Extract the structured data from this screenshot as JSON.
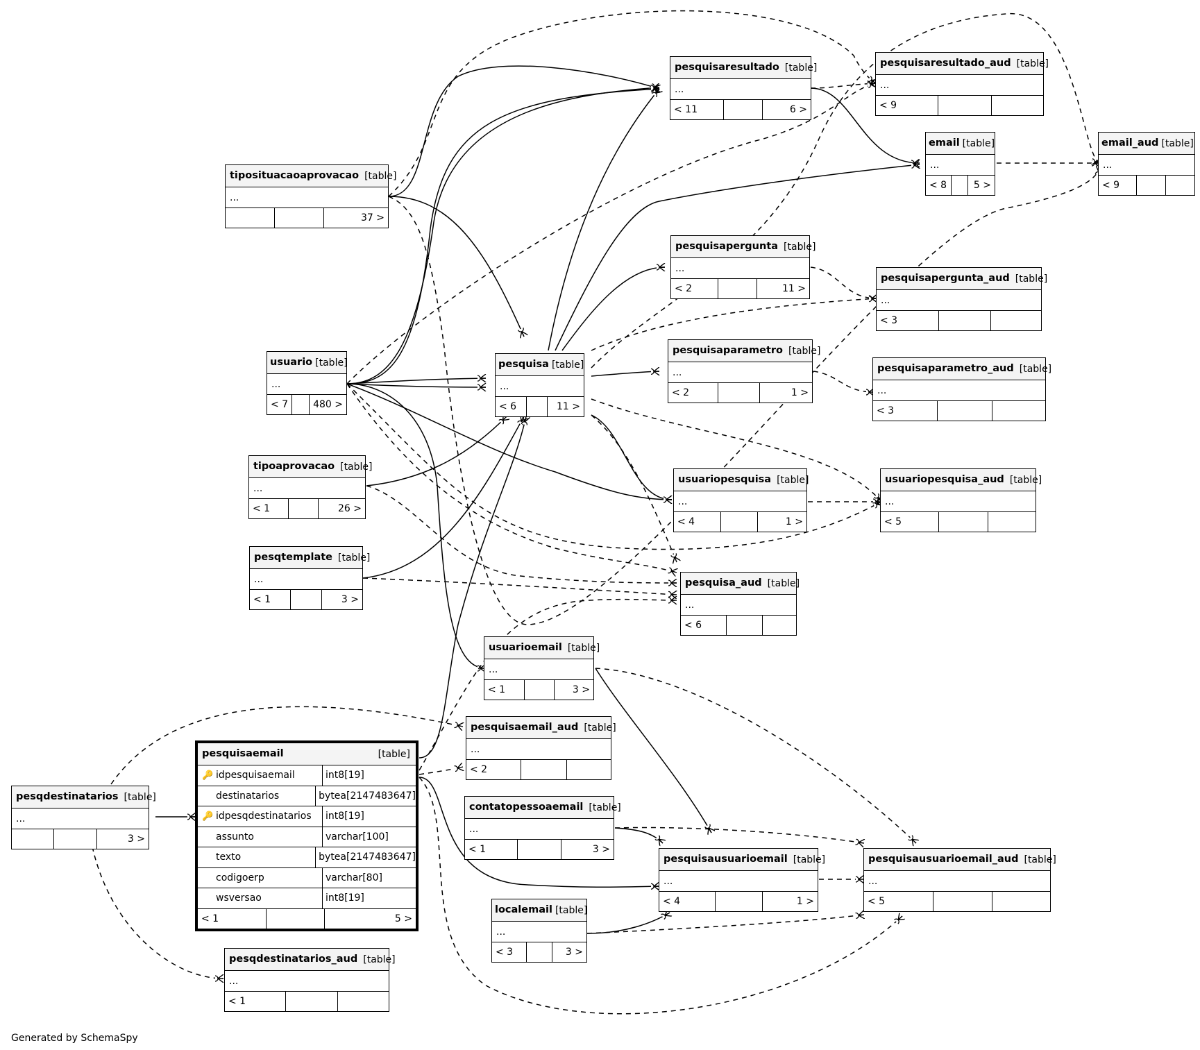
{
  "diagram_footer": "Generated by SchemaSpy",
  "ellipsis": "...",
  "tables": {
    "pesquisaresultado": {
      "name": "pesquisaresultado",
      "type": "[table]",
      "foot": [
        "< 11",
        "",
        "6 >"
      ]
    },
    "pesquisaresultado_aud": {
      "name": "pesquisaresultado_aud",
      "type": "[table]",
      "foot": [
        "< 9",
        "",
        ""
      ]
    },
    "email": {
      "name": "email",
      "type": "[table]",
      "foot": [
        "< 8",
        "",
        "5 >"
      ]
    },
    "email_aud": {
      "name": "email_aud",
      "type": "[table]",
      "foot": [
        "< 9",
        "",
        ""
      ]
    },
    "tiposituacaoaprovacao": {
      "name": "tiposituacaoaprovacao",
      "type": "[table]",
      "foot": [
        "",
        "",
        "37 >"
      ]
    },
    "pesquisapergunta": {
      "name": "pesquisapergunta",
      "type": "[table]",
      "foot": [
        "< 2",
        "",
        "11 >"
      ]
    },
    "pesquisapergunta_aud": {
      "name": "pesquisapergunta_aud",
      "type": "[table]",
      "foot": [
        "< 3",
        "",
        ""
      ]
    },
    "usuario": {
      "name": "usuario",
      "type": "[table]",
      "foot": [
        "< 7",
        "",
        "480 >"
      ]
    },
    "pesquisa": {
      "name": "pesquisa",
      "type": "[table]",
      "foot": [
        "< 6",
        "",
        "11 >"
      ]
    },
    "pesquisaparametro": {
      "name": "pesquisaparametro",
      "type": "[table]",
      "foot": [
        "< 2",
        "",
        "1 >"
      ]
    },
    "pesquisaparametro_aud": {
      "name": "pesquisaparametro_aud",
      "type": "[table]",
      "foot": [
        "< 3",
        "",
        ""
      ]
    },
    "tipoaprovacao": {
      "name": "tipoaprovacao",
      "type": "[table]",
      "foot": [
        "< 1",
        "",
        "26 >"
      ]
    },
    "usuariopesquisa": {
      "name": "usuariopesquisa",
      "type": "[table]",
      "foot": [
        "< 4",
        "",
        "1 >"
      ]
    },
    "usuariopesquisa_aud": {
      "name": "usuariopesquisa_aud",
      "type": "[table]",
      "foot": [
        "< 5",
        "",
        ""
      ]
    },
    "pesqtemplate": {
      "name": "pesqtemplate",
      "type": "[table]",
      "foot": [
        "< 1",
        "",
        "3 >"
      ]
    },
    "pesquisa_aud": {
      "name": "pesquisa_aud",
      "type": "[table]",
      "foot": [
        "< 6",
        "",
        ""
      ]
    },
    "usuarioemail": {
      "name": "usuarioemail",
      "type": "[table]",
      "foot": [
        "< 1",
        "",
        "3 >"
      ]
    },
    "pesquisaemail_aud": {
      "name": "pesquisaemail_aud",
      "type": "[table]",
      "foot": [
        "< 2",
        "",
        ""
      ]
    },
    "pesquisaemail": {
      "name": "pesquisaemail",
      "type": "[table]",
      "foot": [
        "< 1",
        "",
        "5 >"
      ],
      "columns": [
        {
          "name": "idpesquisaemail",
          "type": "int8[19]",
          "key": "pk",
          "glyph": "🔑"
        },
        {
          "name": "destinatarios",
          "type": "bytea[2147483647]",
          "key": "none",
          "glyph": ""
        },
        {
          "name": "idpesqdestinatarios",
          "type": "int8[19]",
          "key": "fk",
          "glyph": "🔑"
        },
        {
          "name": "assunto",
          "type": "varchar[100]",
          "key": "none",
          "glyph": ""
        },
        {
          "name": "texto",
          "type": "bytea[2147483647]",
          "key": "none",
          "glyph": ""
        },
        {
          "name": "codigoerp",
          "type": "varchar[80]",
          "key": "none",
          "glyph": ""
        },
        {
          "name": "wsversao",
          "type": "int8[19]",
          "key": "none",
          "glyph": ""
        }
      ]
    },
    "contatopessoaemail": {
      "name": "contatopessoaemail",
      "type": "[table]",
      "foot": [
        "< 1",
        "",
        "3 >"
      ]
    },
    "pesqdestinatarios": {
      "name": "pesqdestinatarios",
      "type": "[table]",
      "foot": [
        "",
        "",
        "3 >"
      ]
    },
    "pesquisausuarioemail": {
      "name": "pesquisausuarioemail",
      "type": "[table]",
      "foot": [
        "< 4",
        "",
        "1 >"
      ]
    },
    "pesquisausuarioemail_aud": {
      "name": "pesquisausuarioemail_aud",
      "type": "[table]",
      "foot": [
        "< 5",
        "",
        ""
      ]
    },
    "localemail": {
      "name": "localemail",
      "type": "[table]",
      "foot": [
        "< 3",
        "",
        "3 >"
      ]
    },
    "pesqdestinatarios_aud": {
      "name": "pesqdestinatarios_aud",
      "type": "[table]",
      "foot": [
        "< 1",
        "",
        ""
      ]
    }
  }
}
